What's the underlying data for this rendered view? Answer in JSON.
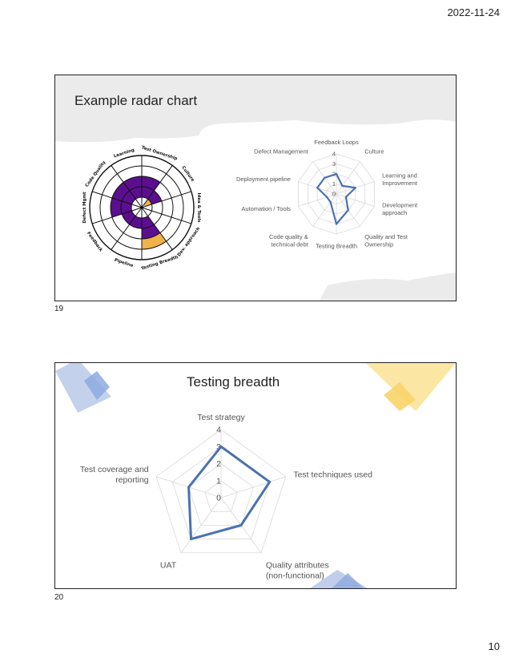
{
  "header": {
    "date": "2022-11-24"
  },
  "footer": {
    "page_number": "10"
  },
  "slides": [
    {
      "number": "19",
      "title": "Example radar chart",
      "spider_web": {
        "labels": [
          "Test Ownership",
          "Culture",
          "Idea & Tools",
          "Dev. approach",
          "Testing Breadth",
          "Pipeline",
          "Feedback",
          "Defect Mgmt",
          "Code Quality",
          "Learning"
        ],
        "fill_levels": [
          3,
          2,
          1,
          1,
          3,
          2,
          2,
          3,
          3,
          3
        ],
        "highlight": {
          "spoke": 4,
          "ring": 4
        },
        "colors": {
          "purple": "#5b0f8f",
          "orange": "#f0b34a"
        }
      },
      "chart_data": {
        "type": "radar",
        "categories": [
          "Feedback Loops",
          "Culture",
          "Learning and Improvement",
          "Development approach",
          "Quality and Test Ownership",
          "Testing Breadth",
          "Code quality & technical debt",
          "Automation / Tools",
          "Deployment pipeline",
          "Defect Management"
        ],
        "category_lines": [
          [
            "Feedback Loops"
          ],
          [
            "Culture"
          ],
          [
            "Learning and",
            "Improvement"
          ],
          [
            "Development",
            "approach"
          ],
          [
            "Quality and Test",
            "Ownership"
          ],
          [
            "Testing Breadth"
          ],
          [
            "Code quality &",
            "technical debt"
          ],
          [
            "Automation / Tools"
          ],
          [
            "Deployment pipeline"
          ],
          [
            "Defect Management"
          ]
        ],
        "values": [
          2,
          1,
          2,
          1,
          2,
          3,
          1,
          1,
          2,
          2
        ],
        "rmax": 4,
        "tick_labels": [
          "0",
          "1",
          "2",
          "3",
          "4"
        ],
        "color": "#4a72b0"
      }
    },
    {
      "number": "20",
      "title": "Testing breadth",
      "chart_data": {
        "type": "radar",
        "categories": [
          "Test strategy",
          "Test techniques used",
          "Quality attributes (non-functional)",
          "UAT",
          "Test coverage and reporting"
        ],
        "category_lines": [
          [
            "Test strategy"
          ],
          [
            "Test techniques used"
          ],
          [
            "Quality attributes",
            "(non-functional)"
          ],
          [
            "UAT"
          ],
          [
            "Test coverage and",
            "reporting"
          ]
        ],
        "values": [
          3,
          3,
          2,
          3,
          2
        ],
        "rmax": 4,
        "tick_labels": [
          "0",
          "1",
          "2",
          "3",
          "4"
        ],
        "color": "#4a72b0"
      }
    }
  ]
}
